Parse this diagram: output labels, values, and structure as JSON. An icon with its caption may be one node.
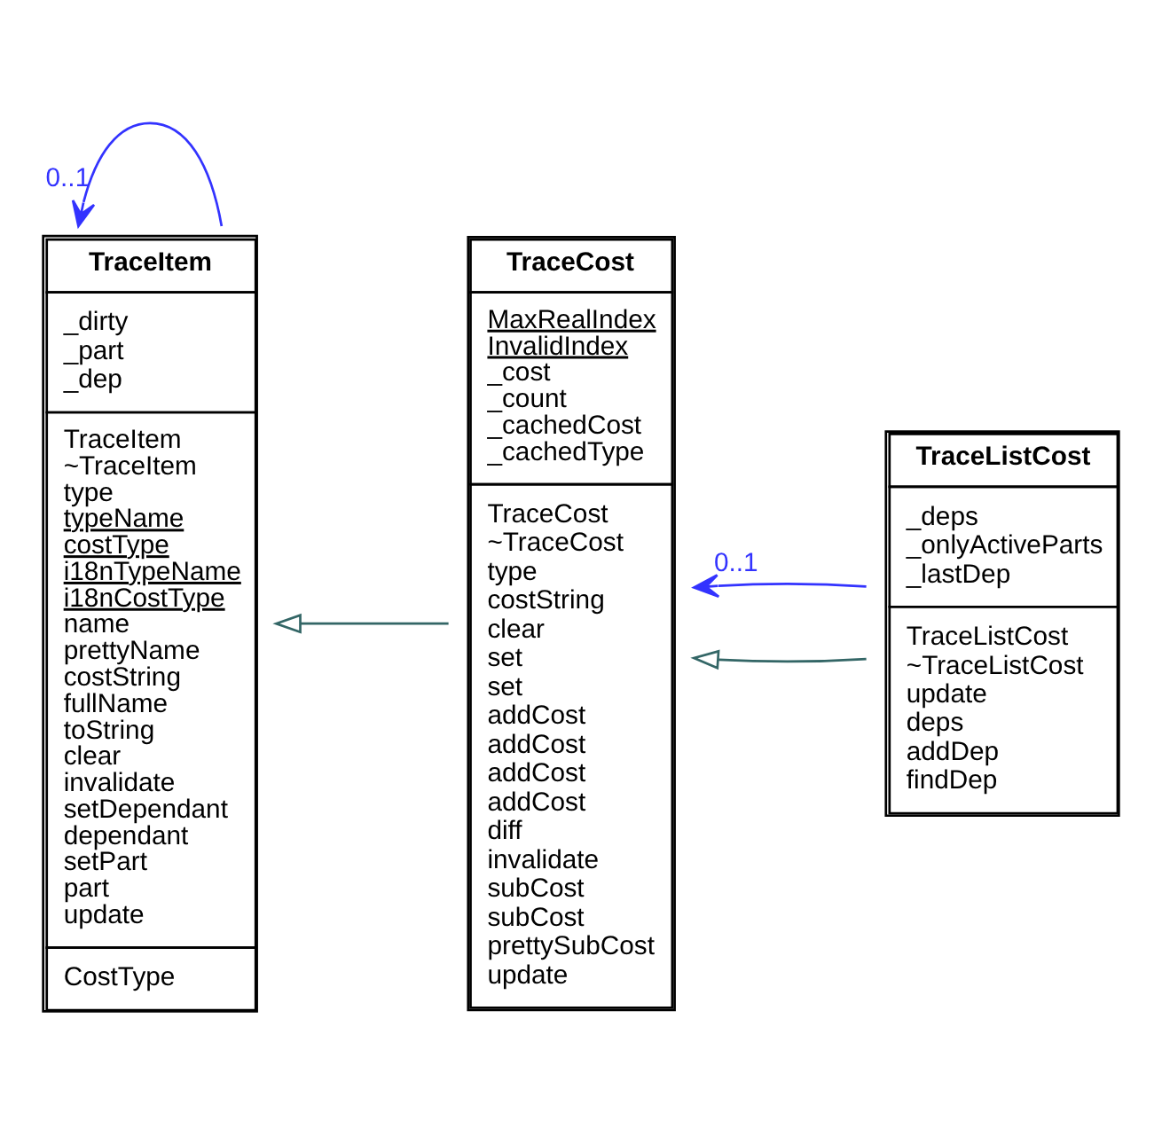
{
  "diagram": {
    "nodes": [
      {
        "text": [
          "TraceItem",
          "_dirty _part _dep",
          "TraceItem ~TraceItem type typeName costType i18nTypeName i18nCostType name prettyName costString fullName toString clear invalidate setDependant dependant setPart part update",
          "CostType"
        ]
      },
      {
        "text": [
          "TraceCost",
          "MaxRealIndex InvalidIndex _cost _count _cachedCost _cachedType",
          "TraceCost ~TraceCost type costString clear set set addCost addCost addCost addCost diff invalidate subCost subCost prettySubCost update"
        ]
      },
      {
        "text": [
          "TraceListCost",
          "_deps _onlyActiveParts _lastDep",
          "TraceListCost ~TraceListCost update deps addDep findDep"
        ]
      }
    ],
    "edges": [
      {
        "from": 2,
        "to": 1,
        "arrow": "to",
        "color": "#336666"
      },
      {
        "from": 2,
        "to": 1,
        "arrow": "to",
        "label": "0..1",
        "color": "#3333ff"
      },
      {
        "from": 1,
        "to": 0,
        "arrow": "to",
        "color": "#336666"
      },
      {
        "from": 0,
        "to": 0,
        "arrow": "to",
        "label": "0..1",
        "color": "#3333ff"
      }
    ]
  }
}
